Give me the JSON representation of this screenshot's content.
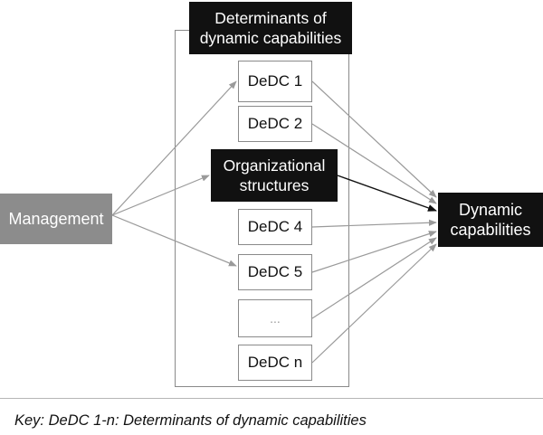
{
  "diagram": {
    "container_title": "Determinants of\ndynamic capabilities",
    "source": "Management",
    "target": "Dynamic\ncapabilities",
    "determinants": [
      {
        "label": "DeDC 1",
        "style": "outline"
      },
      {
        "label": "DeDC 2",
        "style": "outline"
      },
      {
        "label": "Organizational\nstructures",
        "style": "dark"
      },
      {
        "label": "DeDC 4",
        "style": "outline"
      },
      {
        "label": "DeDC 5",
        "style": "outline"
      },
      {
        "label": "...",
        "style": "outline-muted"
      },
      {
        "label": "DeDC n",
        "style": "outline"
      }
    ],
    "edges_from_source": [
      "DeDC 1",
      "Organizational\nstructures",
      "DeDC 5"
    ],
    "highlight_edge_from": "Organizational\nstructures",
    "colors": {
      "dark_fill": "#111111",
      "source_fill": "#8c8c8c",
      "arrow_gray": "#9a9a9a",
      "arrow_dark": "#111111",
      "border": "#8a8a8a"
    }
  },
  "key": "Key: DeDC 1-n: Determinants of dynamic capabilities"
}
